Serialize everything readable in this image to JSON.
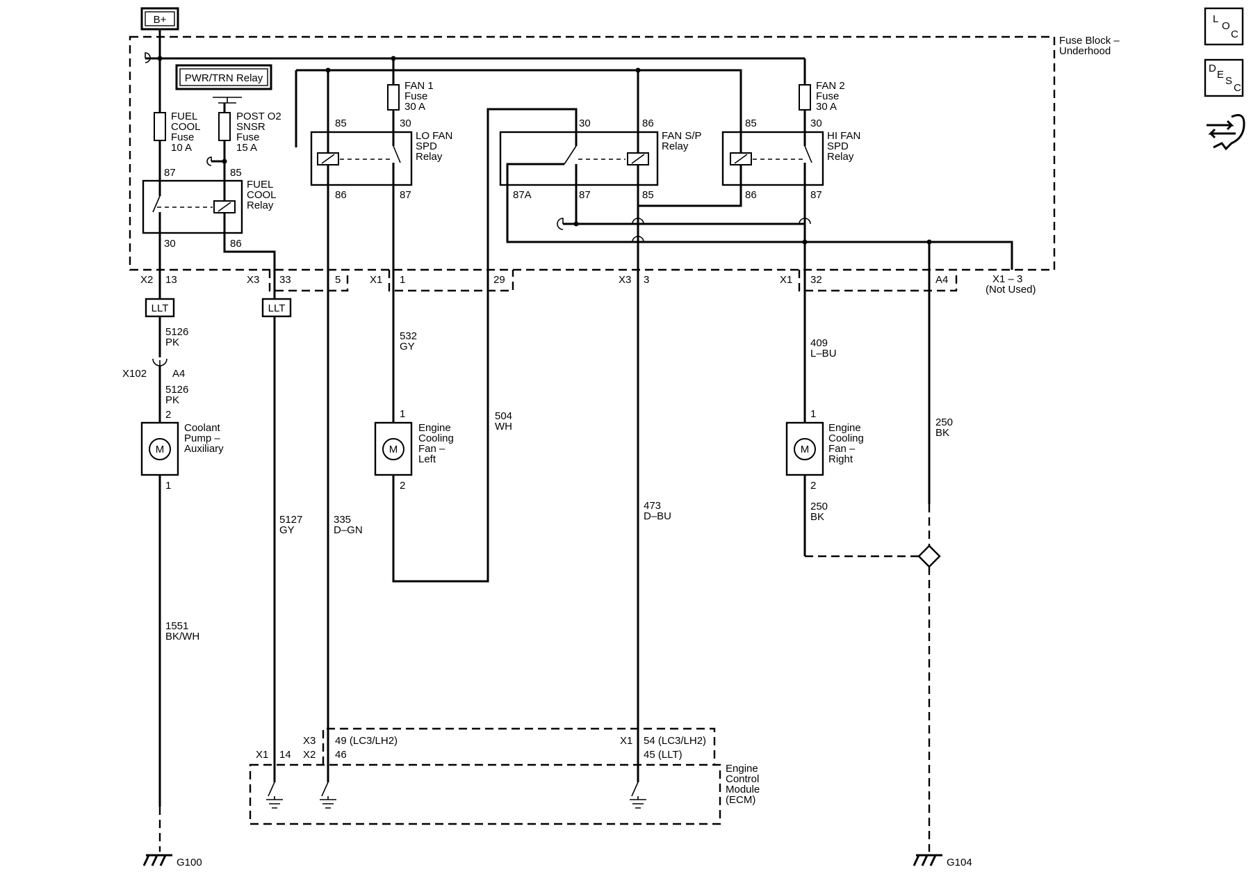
{
  "power": {
    "bplus": "B+"
  },
  "fuse_block": {
    "line1": "Fuse Block –",
    "line2": "Underhood"
  },
  "pwr_trn_relay": "PWR/TRN Relay",
  "fuses": {
    "fuel_cool": [
      "FUEL",
      "COOL",
      "Fuse",
      "10 A"
    ],
    "post_o2": [
      "POST O2",
      "SNSR",
      "Fuse",
      "15 A"
    ],
    "fan1": [
      "FAN 1",
      "Fuse",
      "30 A"
    ],
    "fan2": [
      "FAN 2",
      "Fuse",
      "30 A"
    ]
  },
  "relays": {
    "fuel_cool": {
      "name": [
        "FUEL",
        "COOL",
        "Relay"
      ],
      "p87": "87",
      "p85": "85",
      "p30": "30",
      "p86": "86"
    },
    "lo_fan": {
      "name": [
        "LO FAN",
        "SPD",
        "Relay"
      ],
      "p85": "85",
      "p30": "30",
      "p86": "86",
      "p87": "87"
    },
    "fan_sp": {
      "name": [
        "FAN S/P",
        "Relay"
      ],
      "p30": "30",
      "p86": "86",
      "p87a": "87A",
      "p87": "87",
      "p85": "85"
    },
    "hi_fan": {
      "name": [
        "HI FAN",
        "SPD",
        "Relay"
      ],
      "p85": "85",
      "p30": "30",
      "p86": "86",
      "p87": "87"
    }
  },
  "connectors": {
    "x2_13": [
      "X2",
      "13"
    ],
    "x3_33": [
      "X3",
      "33"
    ],
    "p5": "5",
    "x1_1": [
      "X1",
      "1"
    ],
    "p29": "29",
    "x3_3": [
      "X3",
      "3"
    ],
    "x1_32": [
      "X1",
      "32"
    ],
    "a4": "A4",
    "x1_3_not_used": [
      "X1 – 3",
      "(Not Used)"
    ],
    "x102": "X102",
    "x102_pin": "A4"
  },
  "llt_label": "LLT",
  "wires": {
    "w5126_top": [
      "5126",
      "PK"
    ],
    "w5126_bottom": [
      "5126",
      "PK"
    ],
    "w1551": [
      "1551",
      "BK/WH"
    ],
    "w5127": [
      "5127",
      "GY"
    ],
    "w335": [
      "335",
      "D–GN"
    ],
    "w532": [
      "532",
      "GY"
    ],
    "w504": [
      "504",
      "WH"
    ],
    "w473": [
      "473",
      "D–BU"
    ],
    "w409": [
      "409",
      "L–BU"
    ],
    "w250_right_fan": [
      "250",
      "BK"
    ],
    "w250_ground": [
      "250",
      "BK"
    ]
  },
  "components": {
    "coolant_pump": {
      "name": [
        "Coolant",
        "Pump –",
        "Auxiliary"
      ],
      "pin_top": "2",
      "pin_bottom": "1",
      "symbol": "M"
    },
    "fan_left": {
      "name": [
        "Engine",
        "Cooling",
        "Fan –",
        "Left"
      ],
      "pin_top": "1",
      "pin_bottom": "2",
      "symbol": "M"
    },
    "fan_right": {
      "name": [
        "Engine",
        "Cooling",
        "Fan –",
        "Right"
      ],
      "pin_top": "1",
      "pin_bottom": "2",
      "symbol": "M"
    }
  },
  "ecm": {
    "name": [
      "Engine",
      "Control",
      "Module",
      "(ECM)"
    ],
    "x1_14": [
      "X1",
      "14"
    ],
    "x3_x2_labels": [
      "X3",
      "X2"
    ],
    "pin_49": "49 (LC3/LH2)",
    "pin_46": "46",
    "x1_label": "X1",
    "pin_54": "54 (LC3/LH2)",
    "pin_45": "45 (LLT)"
  },
  "grounds": {
    "g100": "G100",
    "g104": "G104"
  },
  "side_icons": {
    "loc": [
      "L",
      "O",
      "C"
    ],
    "desc": [
      "D",
      "E",
      "S",
      "C"
    ]
  }
}
